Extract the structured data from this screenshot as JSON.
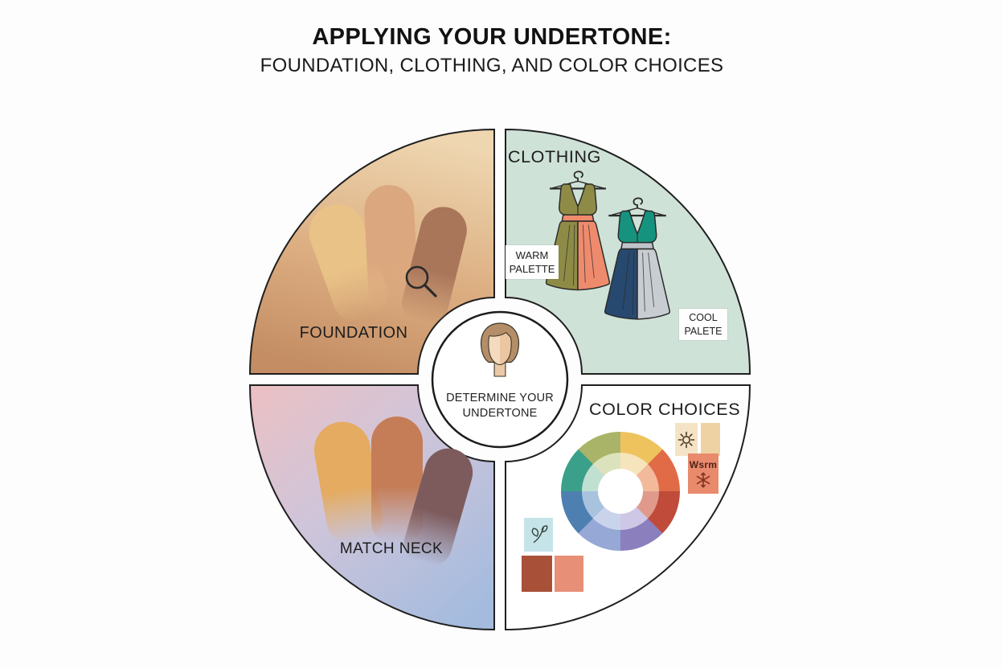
{
  "title": {
    "line1": "APPLYING YOUR UNDERTONE:",
    "line2": "FOUNDATION, CLOTHING, AND COLOR CHOICES"
  },
  "center": {
    "line1": "DETERMINE YOUR",
    "line2": "UNDERTONE",
    "face": {
      "hair": "#b48e68",
      "skin_left": "#f4dabf",
      "skin_right": "#eac6a2",
      "neck": "#eac9a7"
    }
  },
  "foundation": {
    "label": "FOUNDATION",
    "bg_light": "#eed6b0",
    "bg_mid": "#dcae81",
    "bg_dark": "#c48d63",
    "swatch_light": "#e9c287",
    "swatch_medium": "#dba77e",
    "swatch_deep": "#a9765a",
    "icon": "magnifier-icon"
  },
  "clothing": {
    "label": "CLOTHING",
    "bg": "#cfe2d8",
    "warm_palette": {
      "line1": "WARM",
      "line2": "PALETTE"
    },
    "cool_palette": {
      "line1": "COOL",
      "line2": "PALETE"
    },
    "warm_dress": {
      "bodice": "#8e8b46",
      "skirt_left": "#8e8b46",
      "skirt_right": "#ef8b6d",
      "belt": "#ef8b6d"
    },
    "cool_dress": {
      "bodice": "#15937f",
      "skirt_left": "#27496f",
      "skirt_right": "#c8cdd2",
      "belt": "#bec4c9"
    }
  },
  "match_neck": {
    "label": "MATCH NECK",
    "bg_pink": "#ecc0c3",
    "bg_mid": "#cfc5da",
    "bg_blue": "#a4bbde",
    "swatch_light": "#e4ab61",
    "swatch_medium": "#c57d57",
    "swatch_deep": "#7d5b5d"
  },
  "color_choices": {
    "label": "COLOR CHOICES",
    "wheel": {
      "outer": [
        "#eec35e",
        "#e16a47",
        "#c04b3a",
        "#8b7fbe",
        "#96a8d5",
        "#4d80b0",
        "#3aa089",
        "#a9b468"
      ],
      "inner": [
        "#f6e4bc",
        "#f2b99b",
        "#e09a8c",
        "#cfc7e6",
        "#c9d4ec",
        "#a9c3de",
        "#c0e0d2",
        "#dce3bc"
      ]
    },
    "warm_swatch_label": "Wsrm",
    "sun_square": "#f5e3c6",
    "peach_square": "#efd2a3",
    "warm_square": "#e98a6d",
    "leaf_square": "#c5e4ea",
    "rust_square": "#a85138",
    "salmon_square": "#e78f77"
  }
}
